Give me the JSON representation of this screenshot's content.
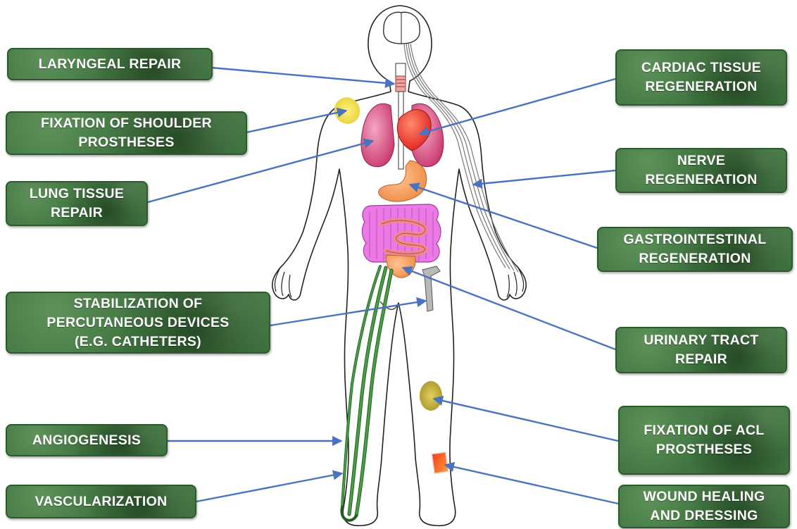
{
  "labels": {
    "laryngeal": [
      "LARYNGEAL REPAIR"
    ],
    "shoulder": [
      "FIXATION OF SHOULDER",
      "PROSTHESES"
    ],
    "lung": [
      "LUNG TISSUE",
      "REPAIR"
    ],
    "percutaneous": [
      "STABILIZATION OF",
      "PERCUTANEOUS DEVICES",
      "(E.G. CATHETERS)"
    ],
    "angiogenesis": [
      "ANGIOGENESIS"
    ],
    "vascularization": [
      "VASCULARIZATION"
    ],
    "cardiac": [
      "CARDIAC TISSUE",
      "REGENERATION"
    ],
    "nerve": [
      "NERVE",
      "REGENERATION"
    ],
    "gastro": [
      "GASTROINTESTINAL",
      "REGENERATION"
    ],
    "urinary": [
      "URINARY TRACT",
      "REPAIR"
    ],
    "acl": [
      "FIXATION OF ACL",
      "PROSTHESES"
    ],
    "wound": [
      "WOUND HEALING",
      "AND DRESSING"
    ]
  },
  "colors": {
    "label_bg": "#3f7440",
    "arrow": "#4a72c2",
    "outline": "#222222",
    "lung": "#cf3f74",
    "heart": "#ee2a24",
    "stomach": "#f39a55",
    "intestine": "#e05fd8",
    "vessel": "#3f8e3a",
    "patch": "#e8dd3c"
  }
}
